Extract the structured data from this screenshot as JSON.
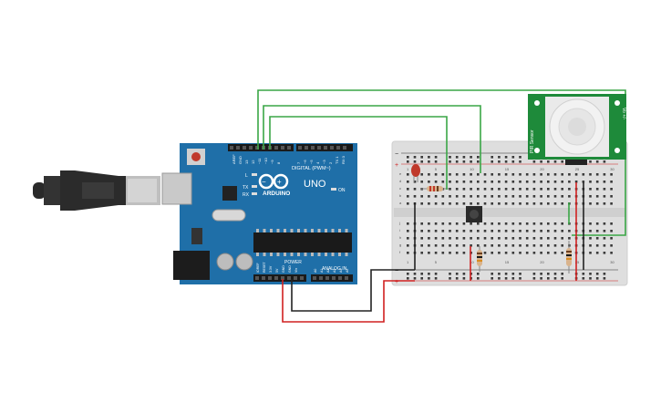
{
  "arduino": {
    "logo_text": "ARDUINO",
    "model": "UNO",
    "digital_header": "DIGITAL (PWM~)",
    "analog_header": "ANALOG IN",
    "power_header": "POWER",
    "on_label": "ON",
    "led_l": "L",
    "led_tx": "TX",
    "led_rx": "RX",
    "pin_aref": "AREF",
    "pin_gnd": "GND",
    "digital_pins": [
      "13",
      "12",
      "~11",
      "~10",
      "~9",
      "8",
      "7",
      "~6",
      "~5",
      "4",
      "~3",
      "2",
      "TX 1",
      "RX 0"
    ],
    "power_pins": [
      "IOREF",
      "RESET",
      "3.3V",
      "5V",
      "GND",
      "GND",
      "Vin"
    ],
    "analog_pins": [
      "A0",
      "A1",
      "A2",
      "A3",
      "A4",
      "A5"
    ]
  },
  "pir_sensor": {
    "label_left": "PIR Sensor",
    "label_right": "Vo +/-"
  },
  "breadboard": {
    "col_numbers": [
      "1",
      "5",
      "10",
      "15",
      "20",
      "25",
      "30"
    ],
    "row_letters_top": [
      "a",
      "b",
      "c",
      "d",
      "e"
    ],
    "row_letters_bottom": [
      "f",
      "g",
      "h",
      "i",
      "j"
    ]
  },
  "colors": {
    "board": "#1f6fa8",
    "board_dark": "#18588a",
    "wire_green": "#3aa646",
    "wire_red": "#d02020",
    "wire_black": "#222222",
    "breadboard": "#dcdcdc",
    "pir_green": "#1e8a3a"
  }
}
